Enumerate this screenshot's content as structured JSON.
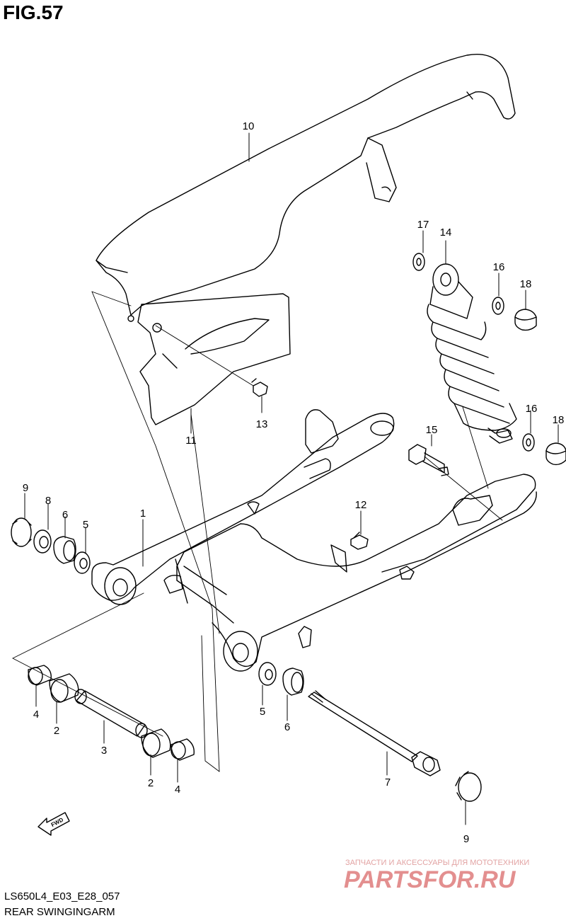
{
  "figure": {
    "title": "FIG.57",
    "code": "LS650L4_E03_E28_057",
    "name": "REAR SWINGINGARM"
  },
  "callouts": [
    {
      "id": "10",
      "text": "10"
    },
    {
      "id": "17",
      "text": "17"
    },
    {
      "id": "14",
      "text": "14"
    },
    {
      "id": "16a",
      "text": "16"
    },
    {
      "id": "18a",
      "text": "18"
    },
    {
      "id": "13",
      "text": "13"
    },
    {
      "id": "11",
      "text": "11"
    },
    {
      "id": "16b",
      "text": "16"
    },
    {
      "id": "18b",
      "text": "18"
    },
    {
      "id": "15",
      "text": "15"
    },
    {
      "id": "9a",
      "text": "9"
    },
    {
      "id": "8",
      "text": "8"
    },
    {
      "id": "6a",
      "text": "6"
    },
    {
      "id": "5a",
      "text": "5"
    },
    {
      "id": "1",
      "text": "1"
    },
    {
      "id": "12",
      "text": "12"
    },
    {
      "id": "4a",
      "text": "4"
    },
    {
      "id": "2a",
      "text": "2"
    },
    {
      "id": "3",
      "text": "3"
    },
    {
      "id": "2b",
      "text": "2"
    },
    {
      "id": "4b",
      "text": "4"
    },
    {
      "id": "5b",
      "text": "5"
    },
    {
      "id": "6b",
      "text": "6"
    },
    {
      "id": "7",
      "text": "7"
    },
    {
      "id": "9b",
      "text": "9"
    }
  ],
  "fwd_arrow_label": "FWD",
  "watermark": {
    "subtitle": "ЗАПЧАСТИ И АКСЕССУАРЫ ДЛЯ МОТОТЕХНИКИ",
    "brand": "PARTSFOR.RU",
    "color": "#e38f8f"
  }
}
